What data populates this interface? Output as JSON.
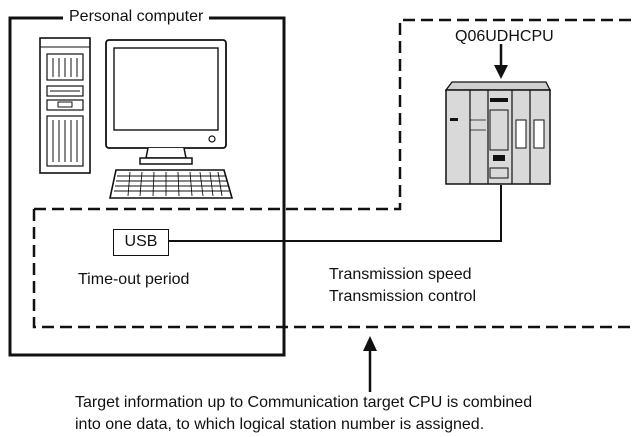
{
  "labels": {
    "personal_computer": "Personal computer",
    "cpu_model": "Q06UDHCPU",
    "usb": "USB",
    "timeout": "Time-out period",
    "speed": "Transmission speed",
    "control": "Transmission control"
  },
  "note": {
    "line1": "Target information up to Communication target CPU is combined",
    "line2": "into one data, to which logical station number is assigned."
  },
  "icons": {
    "desktop_tower": "desktop-tower-icon",
    "monitor": "monitor-icon",
    "keyboard": "keyboard-icon",
    "plc": "plc-cpu-module-icon"
  },
  "colors": {
    "line": "#111111",
    "module_fill": "#d9d9d9"
  }
}
